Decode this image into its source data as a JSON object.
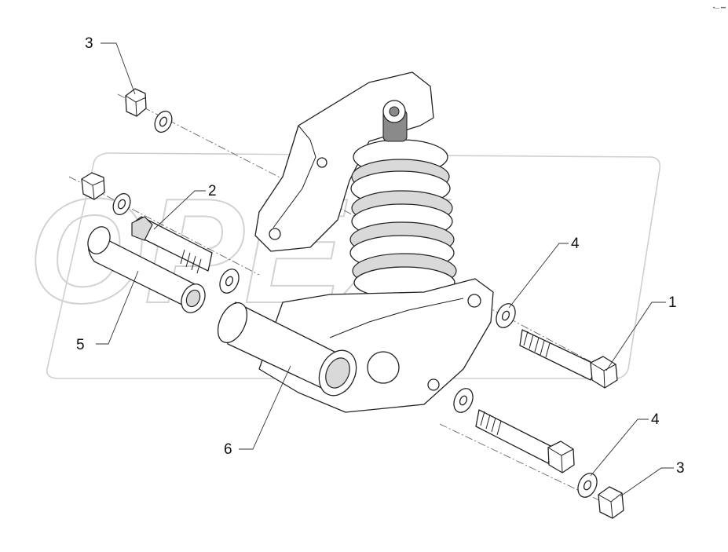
{
  "watermark": {
    "text": "OPEX"
  },
  "corner_mark": "•— •••",
  "callouts": [
    {
      "id": "nut-top-left",
      "label": "3"
    },
    {
      "id": "bolt-left",
      "label": "2"
    },
    {
      "id": "washer-right-top",
      "label": "4"
    },
    {
      "id": "bolt-right",
      "label": "1"
    },
    {
      "id": "sleeve",
      "label": "5"
    },
    {
      "id": "lever",
      "label": "6"
    },
    {
      "id": "washer-right-bottom",
      "label": "4"
    },
    {
      "id": "nut-bottom-right",
      "label": "3"
    }
  ]
}
